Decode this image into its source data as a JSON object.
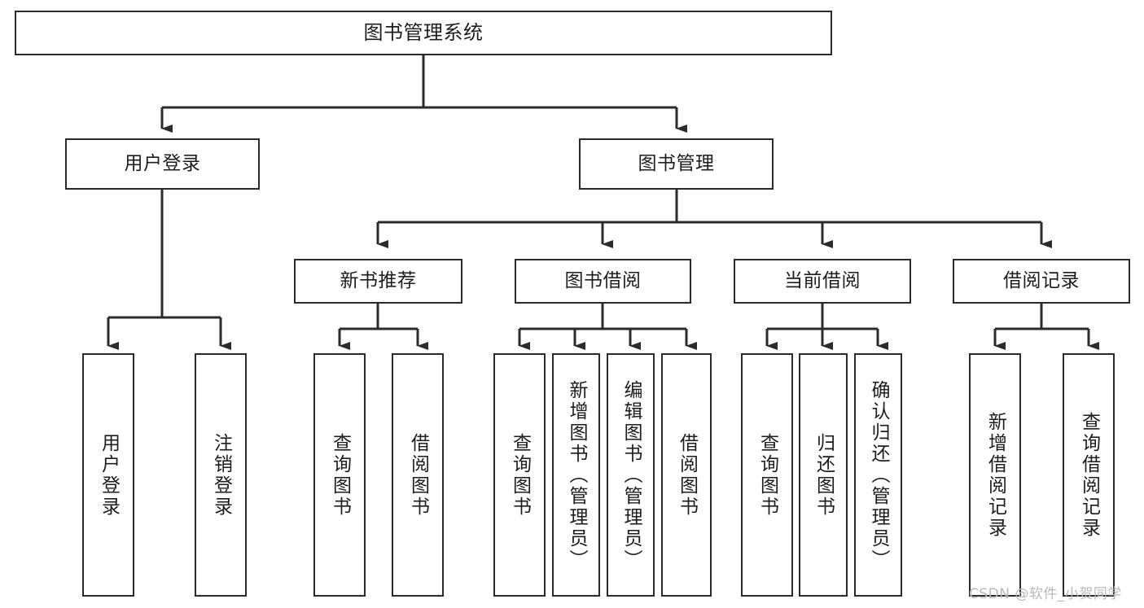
{
  "diagram": {
    "title": "图书管理系统",
    "type": "tree-structure-chart",
    "orientation": "top-down",
    "accent_line_color": "#2b2b2b",
    "box_fill_color": "#ffffff",
    "watermark": "CSDN @软件_小贺同学"
  },
  "nodes": {
    "root": {
      "label": "图书管理系统"
    },
    "level1": [
      {
        "label": "用户登录"
      },
      {
        "label": "图书管理"
      }
    ],
    "level2": [
      {
        "label": "新书推荐"
      },
      {
        "label": "图书借阅"
      },
      {
        "label": "当前借阅"
      },
      {
        "label": "借阅记录"
      }
    ],
    "leaves": {
      "user_login": [
        {
          "label": "用户登录"
        },
        {
          "label": "注销登录"
        }
      ],
      "new_book_recommend": [
        {
          "label": "查询图书"
        },
        {
          "label": "借阅图书"
        }
      ],
      "book_borrow": [
        {
          "label": "查询图书"
        },
        {
          "label": "新增图书（管理员）"
        },
        {
          "label": "编辑图书（管理员）"
        },
        {
          "label": "借阅图书"
        }
      ],
      "current_borrow": [
        {
          "label": "查询图书"
        },
        {
          "label": "归还图书"
        },
        {
          "label": "确认归还（管理员）"
        }
      ],
      "borrow_record": [
        {
          "label": "新增借阅记录"
        },
        {
          "label": "查询借阅记录"
        }
      ]
    }
  }
}
